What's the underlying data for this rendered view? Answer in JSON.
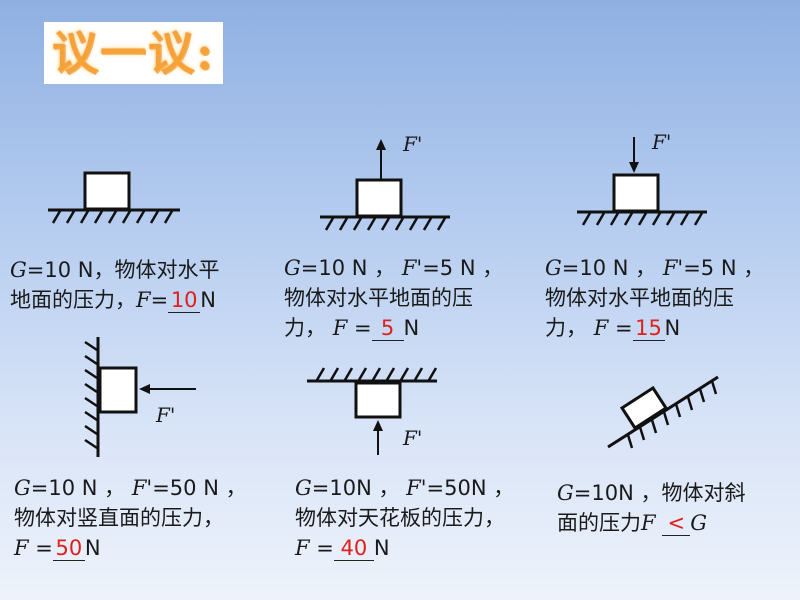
{
  "title": "议一议:",
  "labels": {
    "f_prime": "F'"
  },
  "panels": [
    {
      "line1": [
        "G",
        "=10 N，物体对水平"
      ],
      "line2": [
        "地面的压力，",
        "F",
        "="
      ],
      "answer": "10",
      "unit": "N"
    },
    {
      "line1": [
        "G",
        "=10 N ，",
        "F'",
        "=5 N ，"
      ],
      "line2": "物体对水平地面的压",
      "line3": [
        "力， ",
        "F",
        " ="
      ],
      "answer": "5",
      "unit": "N"
    },
    {
      "line1": [
        "G",
        "=10 N ，",
        "F'",
        "=5 N ，"
      ],
      "line2": "物体对水平地面的压",
      "line3": [
        "力， ",
        "F",
        " ="
      ],
      "answer": "15",
      "unit": "N"
    },
    {
      "line1": [
        "G",
        "=10 N ，",
        "F'",
        "=50 N ，"
      ],
      "line2": "物体对竖直面的压力，",
      "line3": [
        "F",
        " ="
      ],
      "answer": "50",
      "unit": "N"
    },
    {
      "line1": [
        "G",
        "=10N ，",
        "F'",
        "=50N ，"
      ],
      "line2": "物体对天花板的压力，",
      "line3": [
        "F",
        " ="
      ],
      "answer": "40",
      "unit": "N"
    },
    {
      "line1": [
        "G",
        "=10N ，物体对斜"
      ],
      "line2": [
        "面的压力",
        "F"
      ],
      "answer": "<",
      "tail": "G"
    }
  ]
}
